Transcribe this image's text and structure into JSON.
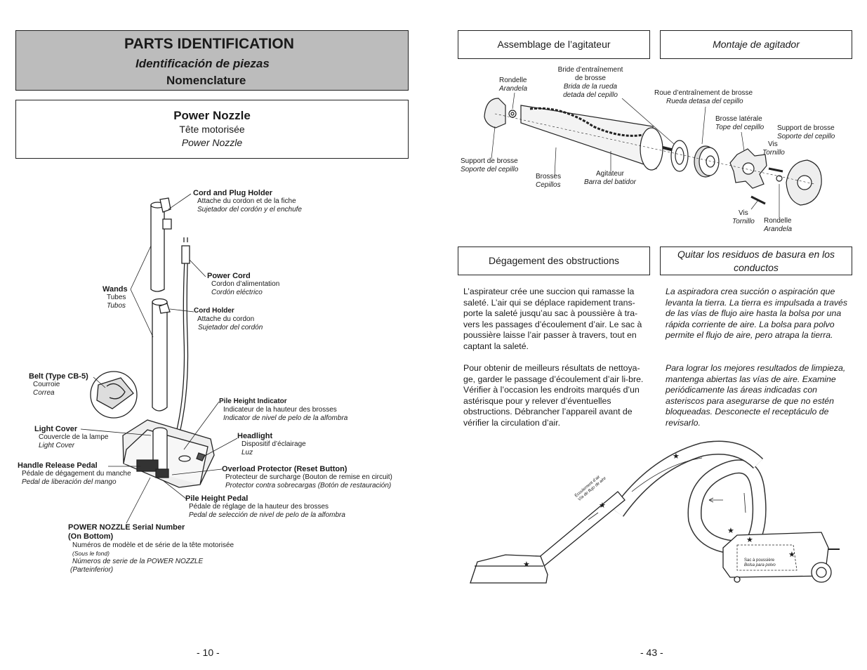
{
  "left_page": {
    "title": "PARTS IDENTIFICATION",
    "title_es": "Identificación de piezas",
    "title_fr": "Nomenclature",
    "section_title": "Power Nozzle",
    "section_fr": "Tête motorisée",
    "section_es": "Power Nozzle",
    "labels": {
      "cord_plug": {
        "en": "Cord and Plug Holder",
        "fr": "Attache du cordon et de la fiche",
        "es": "Sujetador del cordón y el enchufe"
      },
      "power_cord": {
        "en": "Power Cord",
        "fr": "Cordon d’alimentation",
        "es": "Cordón eléctrico"
      },
      "wands": {
        "en": "Wands",
        "fr": "Tubes",
        "es": "Tubos"
      },
      "cord_holder": {
        "en": "Cord Holder",
        "fr": "Attache du cordon",
        "es": "Sujetador del cordón"
      },
      "belt": {
        "en": "Belt (Type CB-5)",
        "fr": "Courroie",
        "es": "Correa"
      },
      "pile_indicator": {
        "en": "Pile Height Indicator",
        "fr": "Indicateur de la hauteur des brosses",
        "es": "Indicator de nivel de pelo de la alfombra"
      },
      "light_cover": {
        "en": "Light Cover",
        "fr": "Couvercle de la lampe",
        "es": "Light Cover"
      },
      "headlight": {
        "en": "Headlight",
        "fr": "Dispositif d’éclairage",
        "es": "Luz"
      },
      "handle_release": {
        "en": "Handle Release Pedal",
        "fr": "Pédale de dégagement du manche",
        "es": "Pedal de liberación del mango"
      },
      "overload": {
        "en": "Overload Protector (Reset Button)",
        "fr": "Protecteur de surcharge (Bouton de remise en circuit)",
        "es": "Protector contra sobrecargas (Botón de restauración)"
      },
      "pile_pedal": {
        "en": "Pile Height Pedal",
        "fr": "Pédale de réglage de la hauteur des brosses",
        "es": "Pedal de selección de nivel de pelo de la alfombra"
      },
      "serial": {
        "en1": "POWER NOZZLE Serial Number",
        "en2": "(On Bottom)",
        "fr": "Numéros de modèle et de série de la tête motorisée",
        "fr2": "(Sous le fond)",
        "es": "Números de serie de la POWER NOZZLE",
        "es2": "(Parteinferior)"
      }
    },
    "page_number": "- 10 -"
  },
  "right_page": {
    "box_agitator_fr": "Assemblage de l’agitateur",
    "box_agitator_es": "Montaje de agitador",
    "agitator_labels": {
      "rondelle1": {
        "fr": "Rondelle",
        "es": "Arandela"
      },
      "bride": {
        "fr1": "Bride d’entraînement",
        "fr2": "de brosse",
        "es1": "Brida de la rueda",
        "es2": "detada del cepillo"
      },
      "roue": {
        "fr": "Roue d’entraînement de brosse",
        "es": "Rueda detasa del cepillo"
      },
      "brosse_laterale": {
        "fr": "Brosse latérale",
        "es": "Tope del cepillo"
      },
      "support_right": {
        "fr": "Support de brosse",
        "es": "Soporte del cepillo"
      },
      "vis1": {
        "fr": "Vis",
        "es": "Tornillo"
      },
      "support_left": {
        "fr": "Support de brosse",
        "es": "Soporte del cepillo"
      },
      "brosses": {
        "fr": "Brosses",
        "es": "Cepillos"
      },
      "agitateur": {
        "fr": "Agitateur",
        "es": "Barra del batidor"
      },
      "vis2": {
        "fr": "Vis",
        "es": "Tornillo"
      },
      "rondelle2": {
        "fr": "Rondelle",
        "es": "Arandela"
      }
    },
    "box_obstruction_fr": "Dégagement des obstructions",
    "box_obstruction_es": "Quitar los residuos de basura en los conductos",
    "para_fr_1": "L’aspirateur crée une succion qui ramasse la saleté. L’air qui se déplace rapidement trans-porte la saleté jusqu’au sac à poussière à tra-vers les passages d’écoulement d’air. Le sac à poussière laisse l’air passer à travers, tout en captant la saleté.",
    "para_fr_2": "Pour obtenir de meilleurs résultats de nettoya-ge, garder le passage d’écoulement d’air li-bre. Vérifier à l’occasion les endroits marqués d’un astérisque pour y relever d’éventuelles obstructions.  Débrancher l’appareil avant de vérifier la circulation d’air.",
    "para_es_1": "La aspiradora crea succión o aspiración que levanta la tierra. La tierra es impulsada a través de las vías de flujo aire hasta la bolsa por una rápida corriente de aire. La bolsa para polvo permite el flujo de aire, pero atrapa la tierra.",
    "para_es_2": "Para lograr los mejores resultados de limpieza, mantenga abiertas las vías de aire. Examine periódicamente las áreas indicadas con asteriscos para asegurarse de que no estén bloqueadas. Desconecte el receptáculo de revisarlo.",
    "airflow_fr": "Écoulement d’air",
    "airflow_es": "Vía de flujo de aire",
    "bag_fr": "Sac à poussière",
    "bag_es": "Bolsa para polvo",
    "page_number": "- 43 -"
  }
}
